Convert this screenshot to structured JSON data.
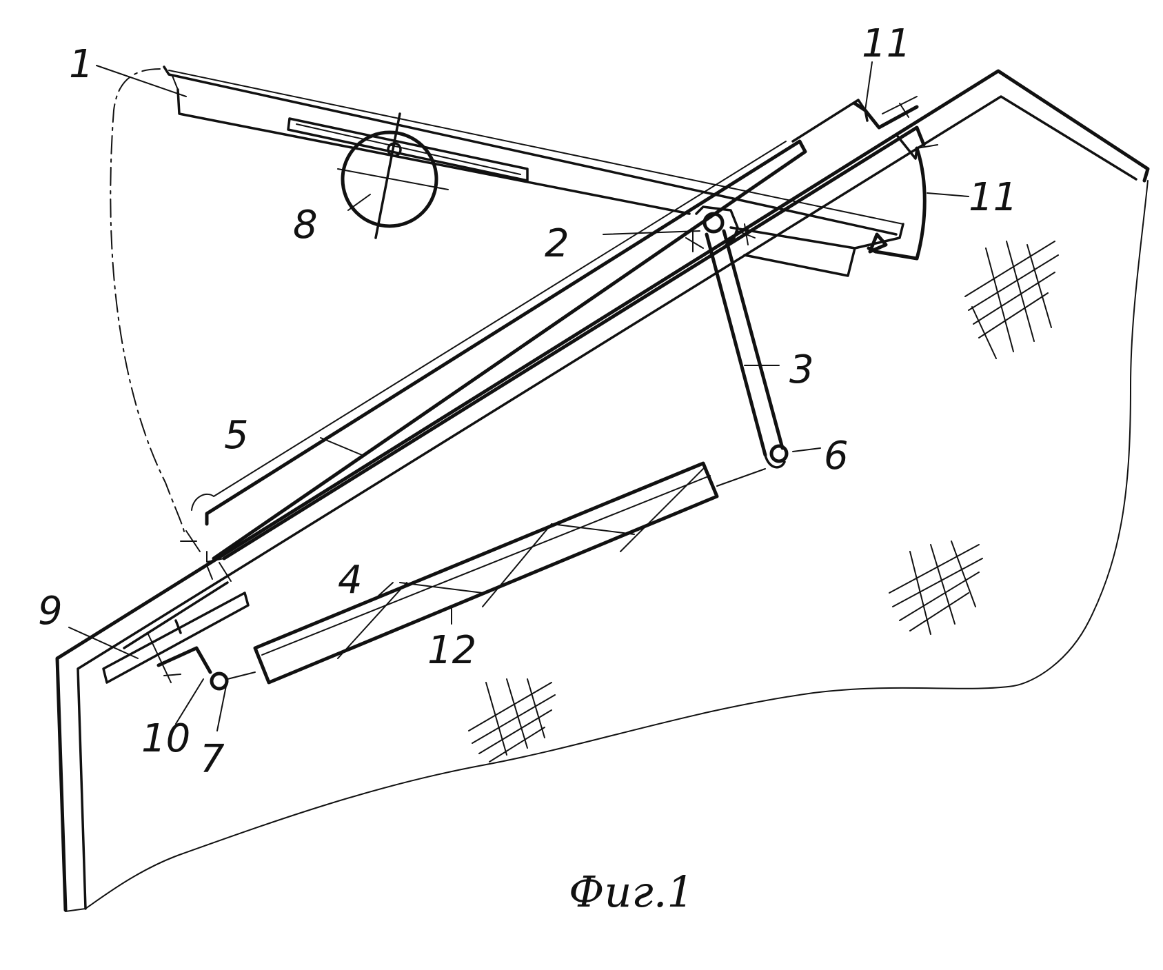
{
  "figure": {
    "caption": "Фиг.1",
    "labels": {
      "l1": "1",
      "l2": "2",
      "l3": "3",
      "l4": "4",
      "l5": "5",
      "l6": "6",
      "l7": "7",
      "l8": "8",
      "l9": "9",
      "l10": "10",
      "l11a": "11",
      "l11b": "11",
      "l12": "12"
    }
  }
}
